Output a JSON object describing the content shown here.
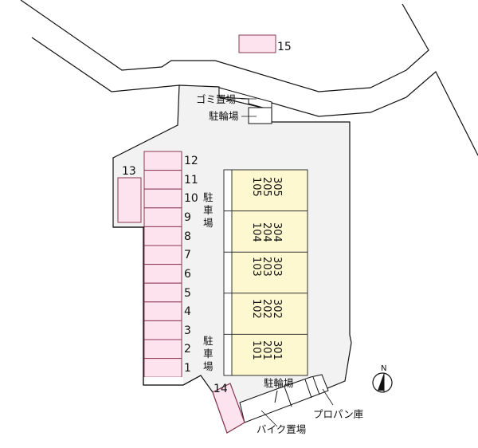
{
  "colors": {
    "lot_fill": "#f2f2f2",
    "slot_fill": "#fde3ee",
    "slot_stroke": "#8a3a52",
    "building_fill": "#fdf8cf",
    "line": "#111111"
  },
  "labels": {
    "garbage": "ゴミ置場",
    "bicycle_top": "駐輪場",
    "bicycle_bottom": "駐輪場",
    "parking_upper": [
      "駐",
      "車",
      "場"
    ],
    "parking_lower": [
      "駐",
      "車",
      "場"
    ],
    "propane": "プロパン庫",
    "bike_area": "バイク置場",
    "north": "N"
  },
  "parking_slots": [
    {
      "id": "1"
    },
    {
      "id": "2"
    },
    {
      "id": "3"
    },
    {
      "id": "4"
    },
    {
      "id": "5"
    },
    {
      "id": "6"
    },
    {
      "id": "7"
    },
    {
      "id": "8"
    },
    {
      "id": "9"
    },
    {
      "id": "10"
    },
    {
      "id": "11"
    },
    {
      "id": "12"
    }
  ],
  "extra_slots": {
    "slot13": "13",
    "slot14": "14",
    "slot15": "15"
  },
  "building_units": [
    {
      "floor3": "305",
      "floor2": "205",
      "floor1": "105"
    },
    {
      "floor3": "304",
      "floor2": "204",
      "floor1": "104"
    },
    {
      "floor3": "303",
      "floor2": "203",
      "floor1": "103"
    },
    {
      "floor3": "302",
      "floor2": "202",
      "floor1": "102"
    },
    {
      "floor3": "301",
      "floor2": "201",
      "floor1": "101"
    }
  ]
}
